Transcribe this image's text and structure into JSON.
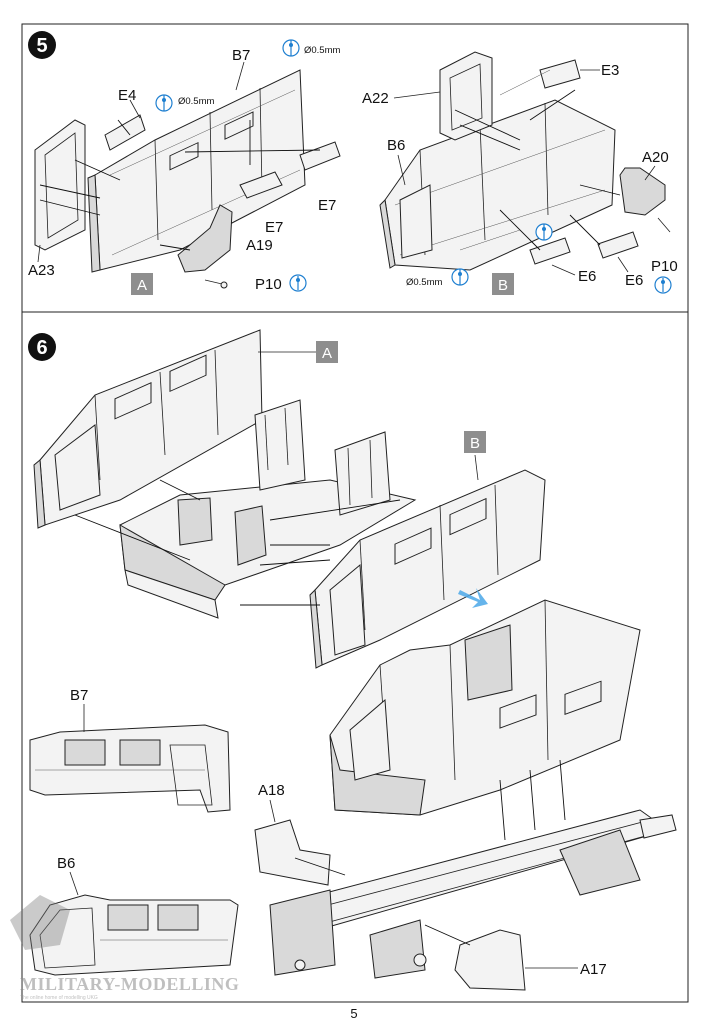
{
  "steps": [
    {
      "number": "5",
      "labels": {
        "e4": "E4",
        "b7": "B7",
        "drill_top": "Ø0.5mm",
        "drill_left": "Ø0.5mm",
        "e7_a": "E7",
        "e7_b": "E7",
        "a19": "A19",
        "a23": "A23",
        "p10": "P10",
        "a22": "A22",
        "e3": "E3",
        "b6": "B6",
        "a20": "A20",
        "e6_a": "E6",
        "e6_b": "E6",
        "p10_b": "P10",
        "drill_b": "Ø0.5mm"
      },
      "subassemblies": [
        "A",
        "B"
      ]
    },
    {
      "number": "6",
      "labels": {
        "tag_a": "A",
        "tag_b": "B",
        "b7": "B7",
        "b6": "B6",
        "a18": "A18",
        "a17": "A17"
      }
    }
  ],
  "watermark": {
    "title": "MILITARY-MODELLING",
    "subtitle": "The online home of modelling UKG"
  },
  "page_number": "5",
  "colors": {
    "accent": "#1e7fd0",
    "tag_grey": "#8e8e8e",
    "step_badge": "#111111"
  },
  "icons": [
    "drill-hole-icon",
    "arrow-hint-icon"
  ]
}
